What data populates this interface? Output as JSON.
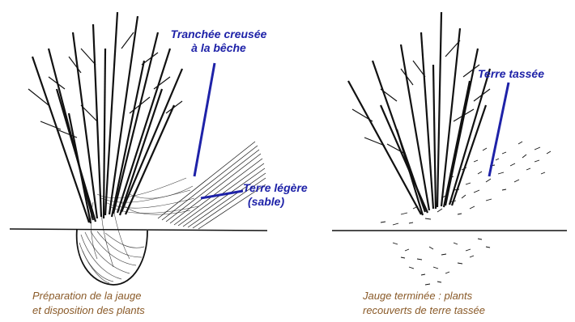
{
  "labels": {
    "trench": [
      "Tranchée creusée",
      "à la bêche"
    ],
    "light_soil": [
      "Terre légère",
      "(sable)"
    ],
    "packed_soil": "Terre tassée"
  },
  "captions": {
    "left": [
      "Préparation de la jauge",
      "et disposition des plants"
    ],
    "right": [
      "Jauge terminée : plants",
      "recouverts de terre tassée"
    ]
  },
  "colors": {
    "label_blue": "#1e22a8",
    "caption_brown": "#8a5a28",
    "ink": "#111111"
  }
}
